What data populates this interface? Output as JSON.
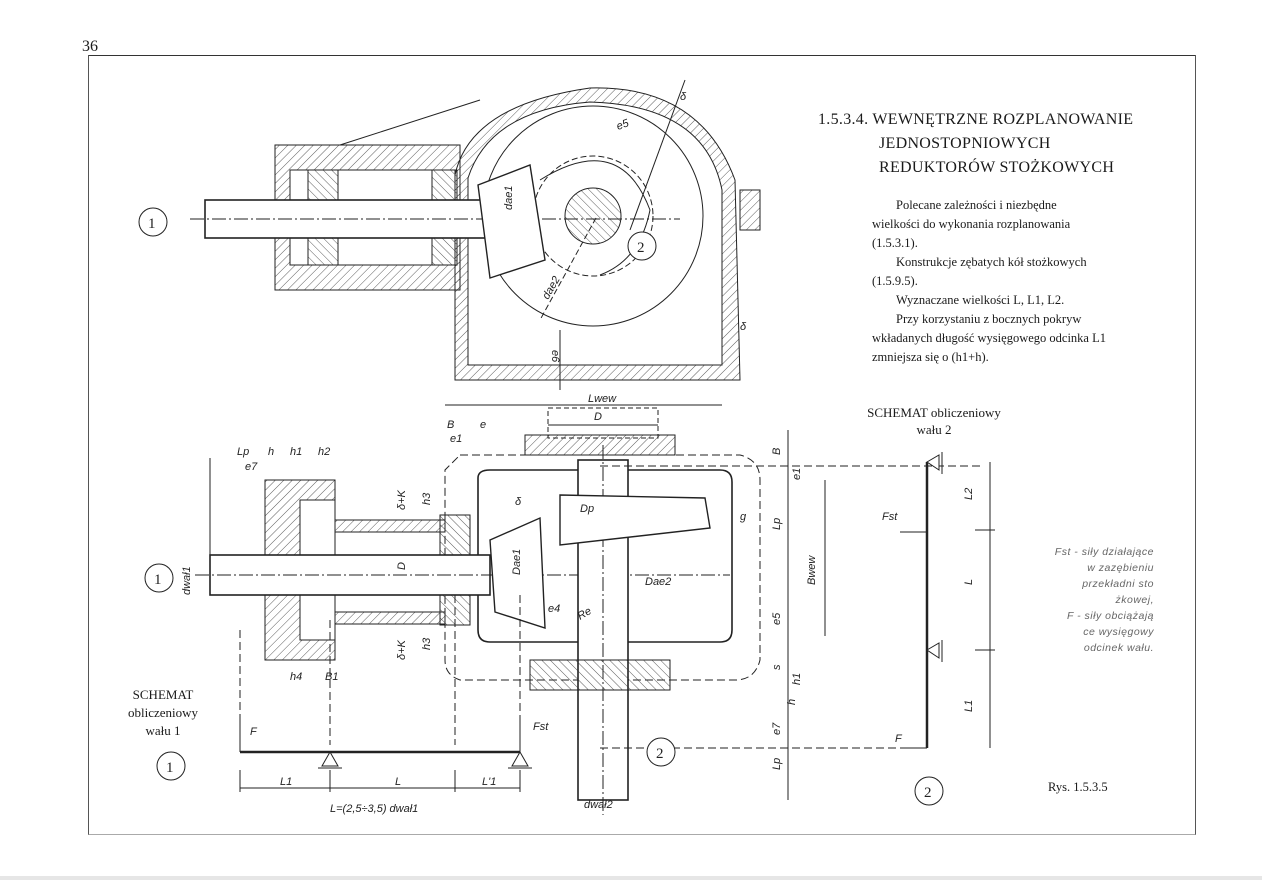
{
  "page_number": "36",
  "section": {
    "title_line1": "1.5.3.4.  WEWNĘTRZNE ROZPLANOWANIE",
    "title_line2": "JEDNOSTOPNIOWYCH",
    "title_line3": "REDUKTORÓW STOŻKOWYCH"
  },
  "description": {
    "p1": "Polecane zależności i niezbędne wielkości do wykonania rozplanowania (1.5.3.1).",
    "p2": "Konstrukcje zębatych kół stożkowych (1.5.9.5).",
    "p3": "Wyznaczane wielkości L, L1, L2.",
    "p4": "Przy korzystaniu z bocznych pokryw wkładanych długość wysięgowego odcinka L1 zmniejsza się o (h1+h)."
  },
  "schemat2": {
    "line1": "SCHEMAT obliczeniowy",
    "line2": "wału 2"
  },
  "schemat1": {
    "line1": "SCHEMAT",
    "line2": "obliczeniowy",
    "line3": "wału 1"
  },
  "legend": {
    "l1": "Fst - siły działające",
    "l2": "w zazębieniu",
    "l3": "przekładni sto",
    "l4": "żkowej,",
    "l5": "F - siły obciążają",
    "l6": "ce wysięgowy",
    "l7": "odcinek wału."
  },
  "figure_label": "Rys. 1.5.3.5",
  "drawing": {
    "circle1": "1",
    "circle2": "2",
    "delta": "δ",
    "e5": "e5",
    "dae1": "dae1",
    "dae2": "dae2",
    "e6": "e6",
    "lwew": "Lwew",
    "D": "D",
    "B": "B",
    "e": "e",
    "e1": "e1",
    "lp": "Lp",
    "h": "h",
    "h1": "h1",
    "h2": "h2",
    "h3": "h3",
    "h4": "h4",
    "B1": "B1",
    "dk": "δ+K",
    "dwal1": "dwał1",
    "dwal2": "dwał2",
    "Dp": "Dp",
    "Dae1": "Dae1",
    "Dae2": "Dae2",
    "Bwew": "Bwew",
    "e4": "e4",
    "Re": "Re",
    "g": "g",
    "s": "s",
    "e7": "e7",
    "Fst": "Fst",
    "F": "F",
    "L": "L",
    "L1": "L1",
    "L1p": "L'1",
    "L2": "L2",
    "formula": "L=(2,5÷3,5) dwał1"
  }
}
